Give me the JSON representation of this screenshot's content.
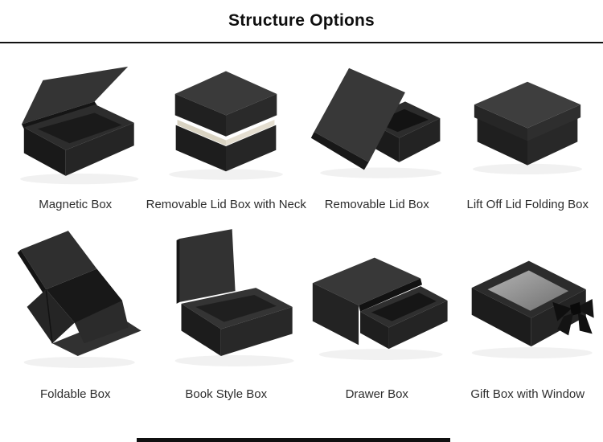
{
  "header": {
    "title": "Structure Options"
  },
  "items": [
    {
      "name": "magnetic-box",
      "label": "Magnetic Box"
    },
    {
      "name": "removable-lid-box-with-neck",
      "label": "Removable Lid Box with Neck"
    },
    {
      "name": "removable-lid-box",
      "label": "Removable Lid Box"
    },
    {
      "name": "lift-off-lid-folding-box",
      "label": "Lift Off Lid Folding Box"
    },
    {
      "name": "foldable-box",
      "label": "Foldable Box"
    },
    {
      "name": "book-style-box",
      "label": "Book Style Box"
    },
    {
      "name": "drawer-box",
      "label": "Drawer Box"
    },
    {
      "name": "gift-box-with-window",
      "label": "Gift Box with Window"
    }
  ],
  "colors": {
    "rule": "#111111",
    "box_darkest": "#151515",
    "box_dark": "#1c1c1c",
    "box_mid": "#2b2b2b",
    "box_light": "#3c3c3c",
    "neck_cream": "#e4ded0",
    "window_gray": "#9c9c9c",
    "label_text": "#2d2d2d",
    "bottom_bar": "#101010"
  }
}
